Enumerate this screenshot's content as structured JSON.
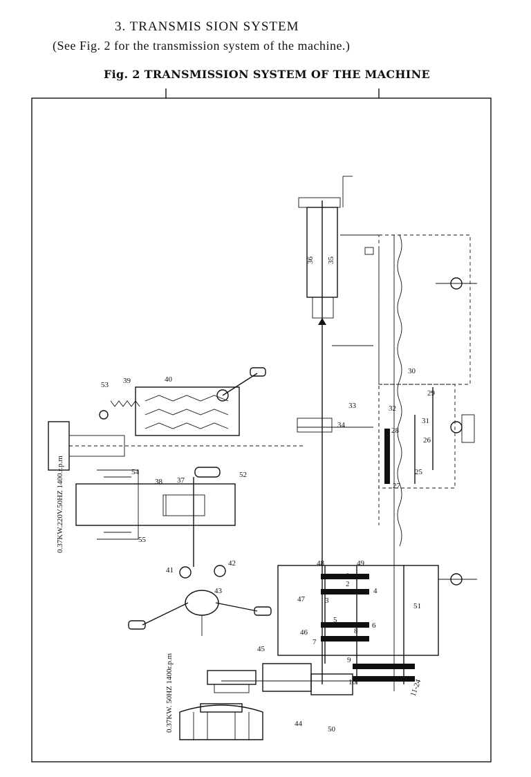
{
  "header": {
    "section_title": "3. TRANSMIS SION SYSTEM",
    "subtitle": "(See Fig. 2 for the transmission system of the machine.)",
    "figure_title": "Fig. 2  TRANSMISSION SYSTEM OF THE MACHINE"
  },
  "diagram": {
    "labels": {
      "l1": "1",
      "l2": "2",
      "l3": "3",
      "l4": "4",
      "l5": "5",
      "l6": "6",
      "l7": "7",
      "l8": "8",
      "l9": "9",
      "l10": "10",
      "l11_24": "11-24",
      "l25": "25",
      "l26": "26",
      "l27": "27",
      "l28": "28",
      "l29": "29",
      "l30": "30",
      "l31": "31",
      "l32": "32",
      "l33": "33",
      "l34": "34",
      "l35": "35",
      "l36": "36",
      "l37": "37",
      "l38": "38",
      "l39": "39",
      "l40": "40",
      "l41": "41",
      "l42": "42",
      "l43": "43",
      "l44": "44",
      "l45": "45",
      "l46": "46",
      "l47": "47",
      "l48": "48",
      "l49": "49",
      "l50": "50",
      "l51": "51",
      "l52": "52",
      "l53": "53",
      "l54": "54",
      "l55": "55"
    },
    "motor_notes": {
      "upper_motor": "0.37KW.220V.50HZ 1400.r.p.m",
      "lower_motor": "0.37KW. 50HZ 1400r.p.m"
    }
  }
}
